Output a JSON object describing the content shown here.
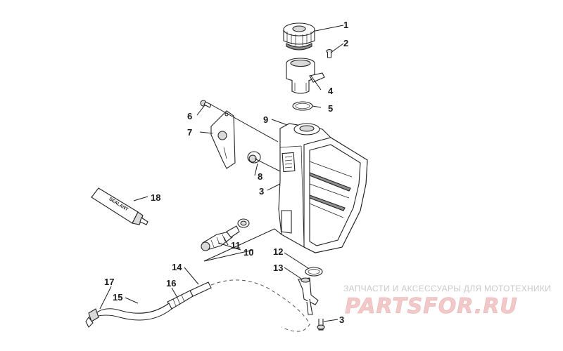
{
  "callouts": [
    {
      "id": "1",
      "label": "1"
    },
    {
      "id": "2",
      "label": "2"
    },
    {
      "id": "4",
      "label": "4"
    },
    {
      "id": "5",
      "label": "5"
    },
    {
      "id": "6",
      "label": "6"
    },
    {
      "id": "9",
      "label": "9"
    },
    {
      "id": "7",
      "label": "7"
    },
    {
      "id": "8",
      "label": "8"
    },
    {
      "id": "3a",
      "label": "3"
    },
    {
      "id": "18",
      "label": "18"
    },
    {
      "id": "11",
      "label": "11"
    },
    {
      "id": "10",
      "label": "10"
    },
    {
      "id": "12",
      "label": "12"
    },
    {
      "id": "13",
      "label": "13"
    },
    {
      "id": "14",
      "label": "14"
    },
    {
      "id": "17",
      "label": "17"
    },
    {
      "id": "16",
      "label": "16"
    },
    {
      "id": "15",
      "label": "15"
    },
    {
      "id": "3b",
      "label": "3"
    }
  ],
  "tube_text": "SEALANT",
  "watermark": {
    "tagline": "ЗАПЧАСТИ И АКСЕССУАРЫ ДЛЯ МОТОТЕХНИКИ",
    "logo": "PARTSFOR.RU"
  }
}
